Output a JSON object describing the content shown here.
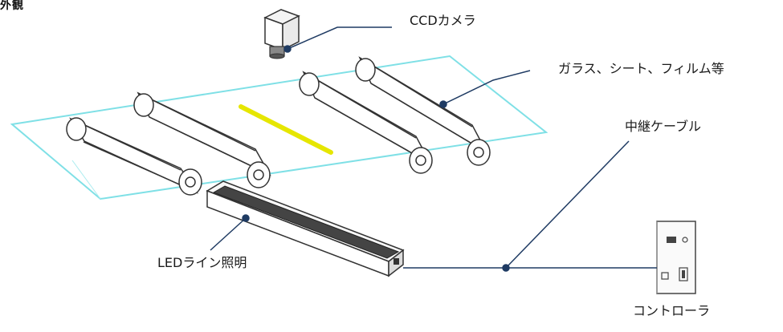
{
  "diagram": {
    "corner_text": "外観",
    "labels": {
      "ccd_camera": "CCDカメラ",
      "material": "ガラス、シート、フィルム等",
      "relay_cable": "中継ケーブル",
      "led_light": "LEDライン照明",
      "controller": "コントローラ"
    },
    "colors": {
      "sheet": "#7fe0e6",
      "scan_line": "#e6e600",
      "leader": "#1f3b63",
      "outline": "#333333"
    }
  }
}
